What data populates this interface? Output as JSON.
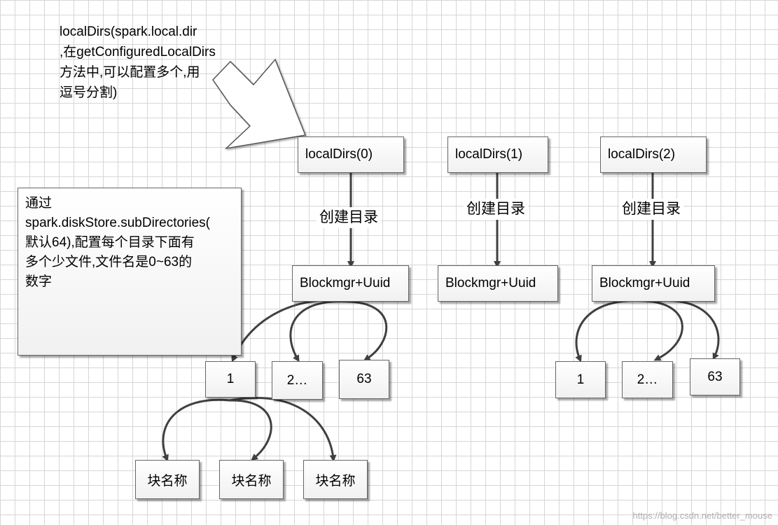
{
  "intro_text": {
    "lines": [
      "localDirs(spark.local.dir",
      ",在getConfiguredLocalDirs",
      "方法中,可以配置多个,用",
      "逗号分割)"
    ]
  },
  "note": {
    "lines": [
      "通过",
      "spark.diskStore.subDirectories(",
      "默认64),配置每个目录下面有",
      "多个少文件,文件名是0~63的",
      "数字"
    ]
  },
  "local_dirs": [
    {
      "label": "localDirs(0)",
      "edge_label": "创建目录",
      "blockmgr": "Blockmgr+Uuid"
    },
    {
      "label": "localDirs(1)",
      "edge_label": "创建目录",
      "blockmgr": "Blockmgr+Uuid"
    },
    {
      "label": "localDirs(2)",
      "edge_label": "创建目录",
      "blockmgr": "Blockmgr+Uuid"
    }
  ],
  "subdirs_left": [
    "1",
    "2…",
    "63"
  ],
  "subdirs_right": [
    "1",
    "2…",
    "63"
  ],
  "blocks": [
    "块名称",
    "块名称",
    "块名称"
  ],
  "watermark": "https://blog.csdn.net/better_mouse"
}
